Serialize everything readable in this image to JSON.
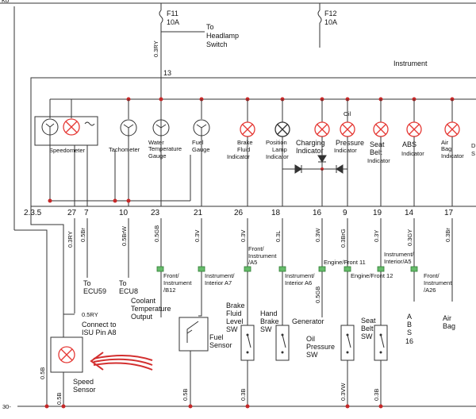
{
  "rails": {
    "top": "Ko",
    "bottom": "30-"
  },
  "fuses": [
    {
      "name": "F11",
      "rating": "10A"
    },
    {
      "name": "F12",
      "rating": "10A"
    }
  ],
  "to_headlamp": [
    "To",
    "Headlamp",
    "Switch"
  ],
  "fuse_wire": "0.3RY",
  "instrument_label": "Instrument",
  "supply_pin": "13",
  "gauges": [
    {
      "id": "speedometer",
      "lines": [
        "Speedometer"
      ]
    },
    {
      "id": "tachometer",
      "lines": [
        "Tachometer"
      ]
    },
    {
      "id": "water-temp",
      "lines": [
        "Water",
        "Temperature",
        "Gauge"
      ]
    },
    {
      "id": "fuel",
      "lines": [
        "Fuel",
        "Gauge"
      ]
    }
  ],
  "indicators": [
    {
      "id": "brake-fluid",
      "lines": [
        "Brake",
        "Fluid",
        "Indicator"
      ]
    },
    {
      "id": "position-lamp",
      "lines": [
        "Position",
        "Lamp",
        "Indicator"
      ]
    },
    {
      "id": "charging",
      "lines": [
        "Charging",
        "Indicator"
      ]
    },
    {
      "id": "oil-pressure",
      "lines": [
        "Oil",
        "Pressure",
        "Indicator"
      ]
    },
    {
      "id": "seat-belt",
      "lines": [
        "Seat",
        "Belt",
        "Indicator"
      ]
    },
    {
      "id": "abs",
      "lines": [
        "ABS",
        "Indicator"
      ]
    },
    {
      "id": "air-bag",
      "lines": [
        "Air",
        "Bag",
        "Indicator"
      ]
    },
    {
      "id": "cut-off",
      "lines": [
        "D",
        "S"
      ]
    }
  ],
  "pins": [
    "2.3.5",
    "27",
    "7",
    "10",
    "23",
    "21",
    "26",
    "18",
    "16",
    "9",
    "19",
    "14",
    "17"
  ],
  "wires": [
    "0.3RY",
    "0.5Br",
    "0.5BrW",
    "0.5GB",
    "0.3V",
    "0.3V",
    "0.3L",
    "0.3W",
    "0.3BrG",
    "0.3Y",
    "0.3GY",
    "0.3Br"
  ],
  "connectors": [
    {
      "id": "front-instrument-b12",
      "lines": [
        "Front/",
        "Instrument",
        "/B12"
      ]
    },
    {
      "id": "instrument-interior-a7",
      "lines": [
        "Instrument/",
        "Interior A7"
      ]
    },
    {
      "id": "front-instrument-a5",
      "lines": [
        "Front/",
        "Instrument",
        "/A5"
      ]
    },
    {
      "id": "instrument-interior-a6",
      "lines": [
        "Instrument/",
        "Interior A6"
      ]
    },
    {
      "id": "engine-front-11",
      "lines": [
        "Engine/Front 11"
      ]
    },
    {
      "id": "engine-front-12",
      "lines": [
        "Engine/Front 12"
      ]
    },
    {
      "id": "instrument-interior-a5",
      "lines": [
        "Instrument/",
        "Interior/A5"
      ]
    },
    {
      "id": "front-instrument-a26",
      "lines": [
        "Front/",
        "Instrument",
        "/A26"
      ]
    }
  ],
  "to_ecu59": [
    "To",
    "ECU59"
  ],
  "to_ecu8": [
    "To",
    "ECU8"
  ],
  "coolant": [
    "Coolant",
    "Temperature",
    "Output"
  ],
  "speed_wire": "0.5RY",
  "connect_isu": [
    "Connect to",
    "ISU Pin A8"
  ],
  "speed_sensor": [
    "Speed",
    "Sensor"
  ],
  "fuel_sensor": [
    "Fuel",
    "Sensor"
  ],
  "brake_sw": [
    "Brake",
    "Fluid",
    "Level",
    "SW"
  ],
  "hand_brake_sw": [
    "Hand",
    "Brake",
    "SW"
  ],
  "generator": "Generator",
  "oil_sw": [
    "Oil",
    "Pressure",
    "SW"
  ],
  "seat_belt_sw": [
    "Seat",
    "Belt",
    "SW"
  ],
  "abs_text": [
    "A",
    "B",
    "S",
    "16"
  ],
  "air_bag_text": [
    "Air",
    "Bag"
  ],
  "charging_wire_b": "0.5GB",
  "ground_wires": [
    "0.5B",
    "0.5B",
    "0.5B",
    "0.3B",
    "0.3VW",
    "0.3B"
  ],
  "colors": {
    "lamp": "#e53935",
    "connector": "#2e7d32",
    "arrow": "#d32f2f",
    "splice": "#c62828"
  }
}
